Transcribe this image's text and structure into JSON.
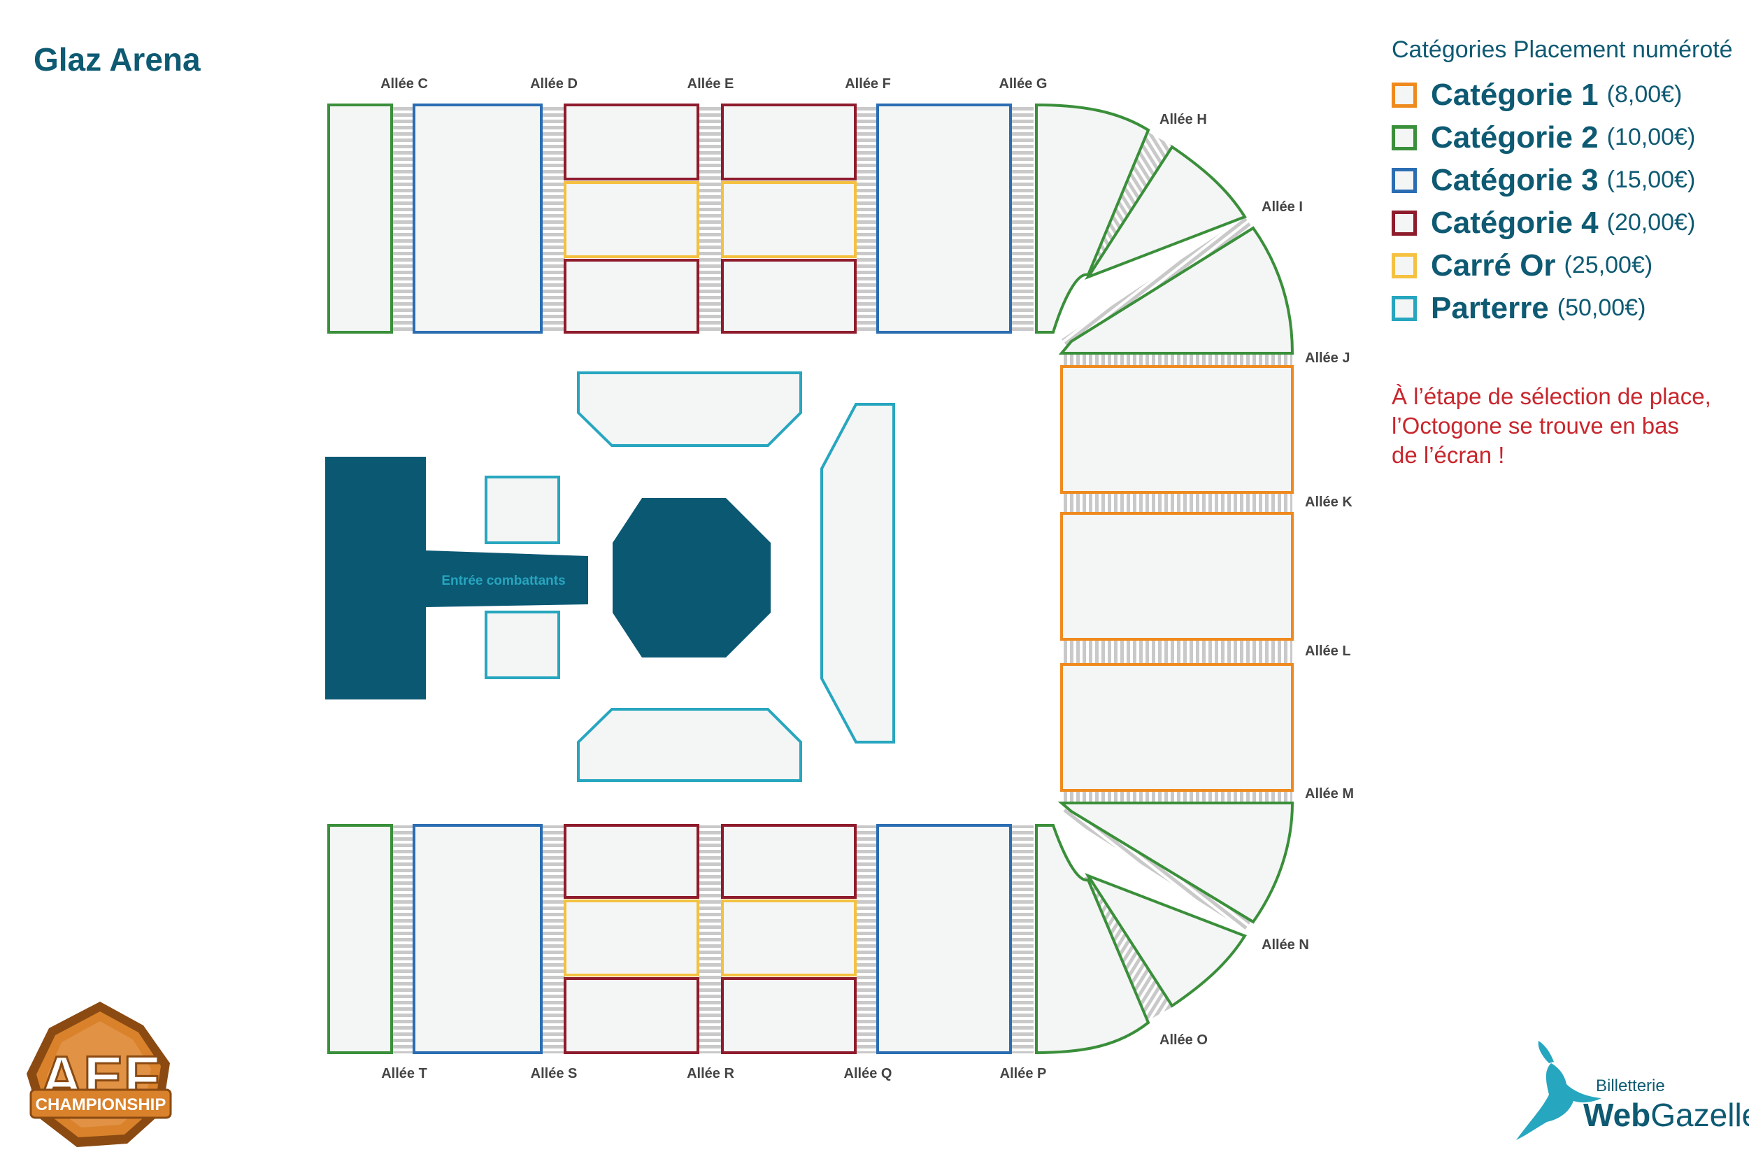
{
  "title": "Glaz Arena",
  "legend": {
    "title": "Catégories Placement numéroté",
    "items": [
      {
        "name": "Catégorie 1",
        "price": "(8,00€)",
        "color": "#ef8a1f"
      },
      {
        "name": "Catégorie 2",
        "price": "(10,00€)",
        "color": "#3a8f3a"
      },
      {
        "name": "Catégorie 3",
        "price": "(15,00€)",
        "color": "#2b6db2"
      },
      {
        "name": "Catégorie 4",
        "price": "(20,00€)",
        "color": "#8e1c2c"
      },
      {
        "name": "Carré Or",
        "price": "(25,00€)",
        "color": "#f4c140"
      },
      {
        "name": "Parterre",
        "price": "(50,00€)",
        "color": "#27a6bf"
      }
    ]
  },
  "note": {
    "lines": [
      "À l’étape de sélection de place,",
      "l’Octogone se trouve en bas",
      "de l’écran !"
    ],
    "color": "#c8262d"
  },
  "map": {
    "fighters_entrance_label": "Entrée combattants",
    "aisles": {
      "C": "Allée C",
      "D": "Allée D",
      "E": "Allée E",
      "F": "Allée F",
      "G": "Allée G",
      "H": "Allée H",
      "I": "Allée I",
      "J": "Allée J",
      "K": "Allée K",
      "L": "Allée L",
      "M": "Allée M",
      "N": "Allée N",
      "O": "Allée O",
      "P": "Allée P",
      "Q": "Allée Q",
      "R": "Allée R",
      "S": "Allée S",
      "T": "Allée T"
    },
    "colors": {
      "stage": "#0b5873",
      "seat_fill": "#f4f5f5",
      "aisle_stripe": "#c9c9c9",
      "aisle_label": "#444444"
    }
  },
  "logo": {
    "text_main": "AEF",
    "text_sub": "CHAMPIONSHIP",
    "colors": {
      "orange": "#d9822b",
      "dark": "#8a4a12"
    }
  },
  "brand": {
    "line1": "Billetterie",
    "line2_a": "Web",
    "line2_b": "Gazelle",
    "color": "#0e5a73",
    "gazelle_color": "#27a6bf"
  }
}
